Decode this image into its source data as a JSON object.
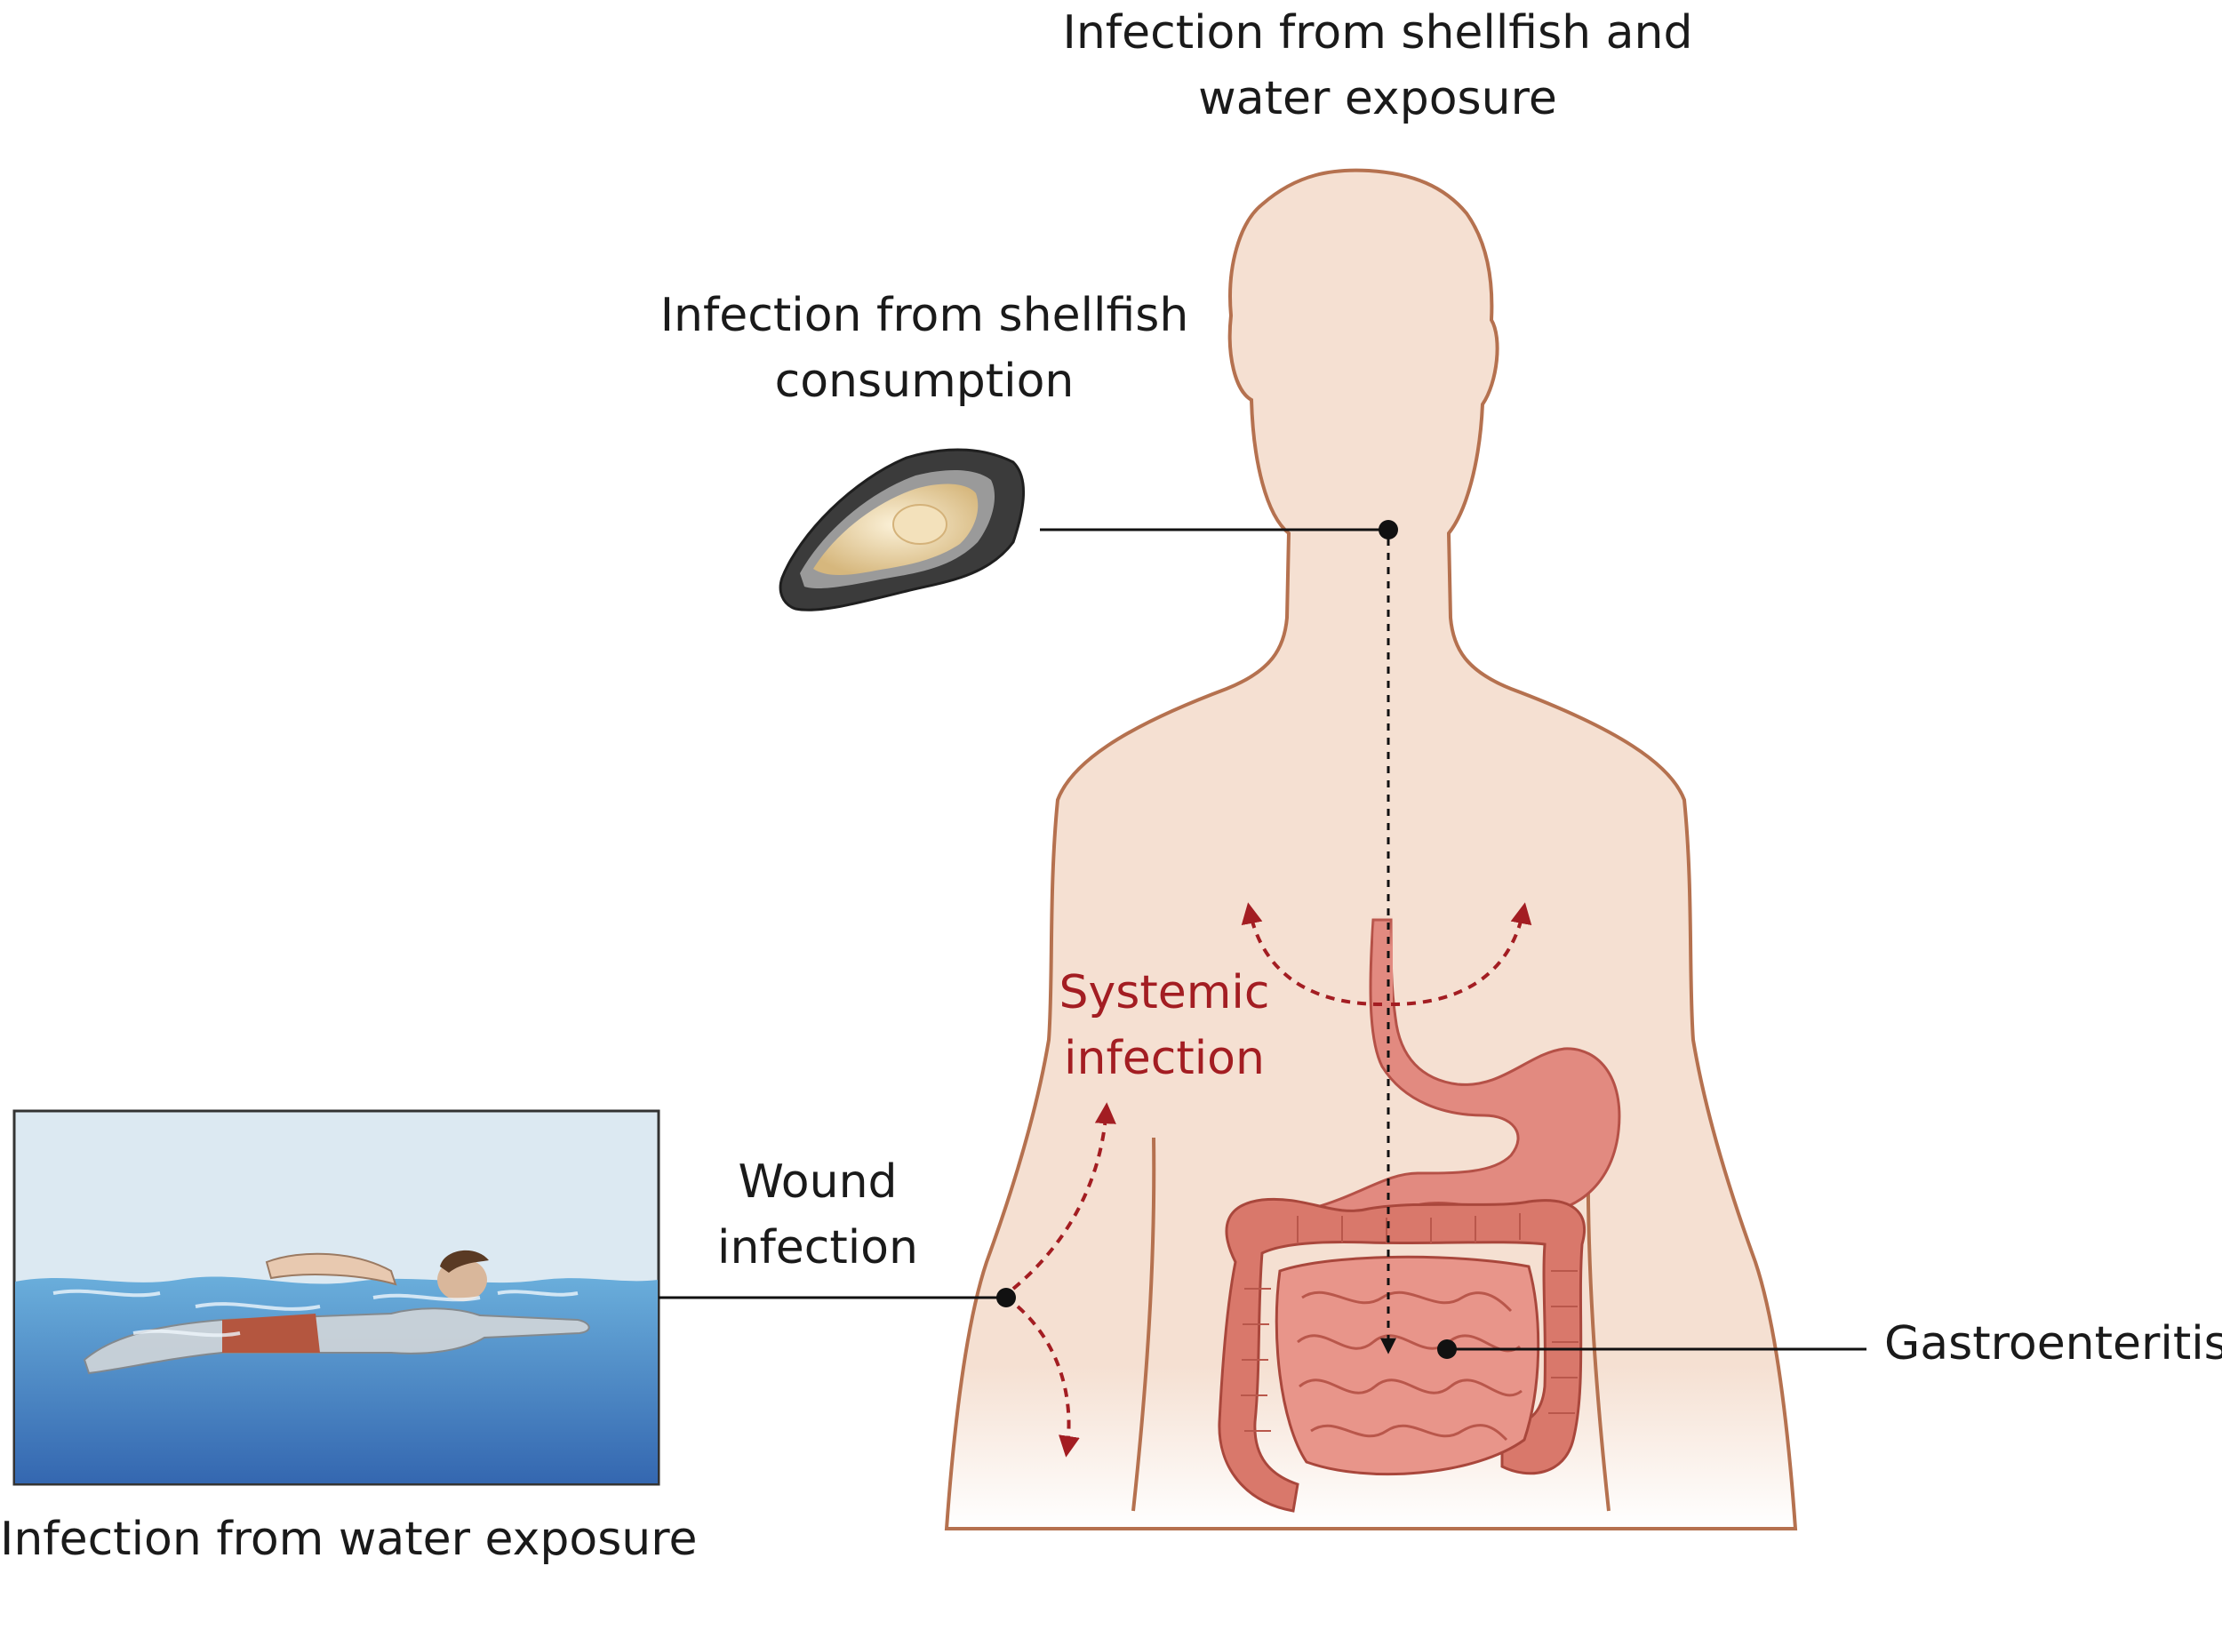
{
  "labels": {
    "top": [
      "Infection from shellfish and",
      "water exposure"
    ],
    "shellfish": [
      "Infection from shellfish",
      "consumption"
    ],
    "systemic": [
      "Systemic",
      "infection"
    ],
    "wound": [
      "Wound",
      "infection"
    ],
    "gastro": "Gastroenteritis",
    "water": "Infection from water exposure"
  },
  "colors": {
    "skin": "#f5e0d2",
    "skin_outline": "#b5714f",
    "arrow_red": "#a31d22",
    "gut": "#d9786b",
    "stomach": "#e28a80",
    "water_top": "#5aa0d4",
    "water_bottom": "#3a72b7",
    "sky": "#dce9f2"
  },
  "icons": {
    "oyster": "oyster-icon",
    "swimmer": "swimmer-icon",
    "stomach": "stomach-icon",
    "intestines": "intestines-icon"
  }
}
